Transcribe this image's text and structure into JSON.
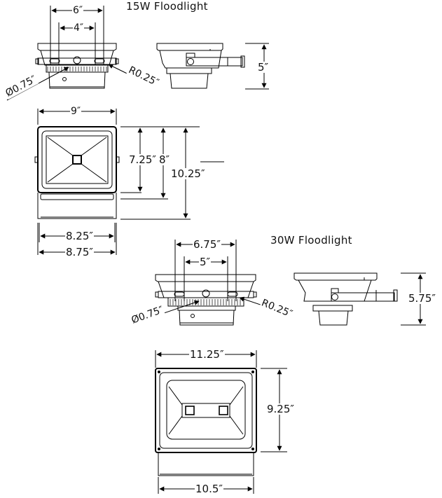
{
  "floodlight_15w": {
    "title": "15W Floodlight",
    "side_view": {
      "bolt_spacing_outer": "6″",
      "bolt_spacing_inner": "4″",
      "hole_diameter": "Ø0.75″",
      "slot_radius": "R0.25″"
    },
    "profile_view": {
      "height": "5″"
    },
    "front_view": {
      "width_top": "9″",
      "lens_height": "7.25″",
      "body_height": "8″",
      "total_height": "10.25″",
      "bracket_width": "8.25″",
      "overall_width": "8.75″"
    }
  },
  "floodlight_30w": {
    "title": "30W Floodlight",
    "side_view": {
      "bolt_spacing_outer": "6.75″",
      "bolt_spacing_inner": "5″",
      "hole_diameter": "Ø0.75″",
      "slot_radius": "R0.25″"
    },
    "profile_view": {
      "height": "5.75″"
    },
    "front_view": {
      "width_top": "11.25″",
      "body_height": "9.25″",
      "bracket_width": "10.5″"
    }
  }
}
